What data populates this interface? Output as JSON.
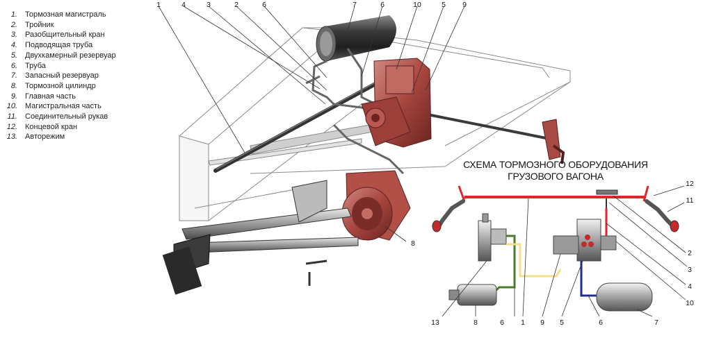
{
  "legend": [
    {
      "num": "1.",
      "label": "Тормозная магистраль"
    },
    {
      "num": "2.",
      "label": "Тройник"
    },
    {
      "num": "3.",
      "label": "Разобщительный кран"
    },
    {
      "num": "4.",
      "label": "Подводящая труба"
    },
    {
      "num": "5.",
      "label": "Двухкамерный резервуар"
    },
    {
      "num": "6.",
      "label": "Труба"
    },
    {
      "num": "7.",
      "label": "Запасный резервуар"
    },
    {
      "num": "8.",
      "label": "Тормозной цилиндр"
    },
    {
      "num": "9.",
      "label": "Главная часть"
    },
    {
      "num": "10.",
      "label": "Магистральная часть"
    },
    {
      "num": "11.",
      "label": "Соединительный рукав"
    },
    {
      "num": "12.",
      "label": "Концевой кран"
    },
    {
      "num": "13.",
      "label": "Авторежим"
    }
  ],
  "scheme_title": {
    "line1": "СХЕМА ТОРМОЗНОГО ОБОРУДОВАНИЯ",
    "line2": "ГРУЗОВОГО ВАГОНА"
  },
  "callouts": {
    "top": [
      "1",
      "4",
      "3",
      "2",
      "6",
      "7",
      "6",
      "10",
      "5",
      "9"
    ],
    "cyl8": "8",
    "scheme_right": [
      "12",
      "11",
      "2",
      "3",
      "4",
      "10"
    ],
    "scheme_bottom": [
      "13",
      "8",
      "6",
      "1",
      "9",
      "5",
      "6",
      "7"
    ]
  },
  "colors": {
    "brake_line": "#e0262b",
    "reservoir_pipe": "#1f2f8c",
    "cylinder_pipe": "#4d7a2a",
    "automode_pipe": "#f2e08a",
    "equipment_body": "#b0504a"
  }
}
